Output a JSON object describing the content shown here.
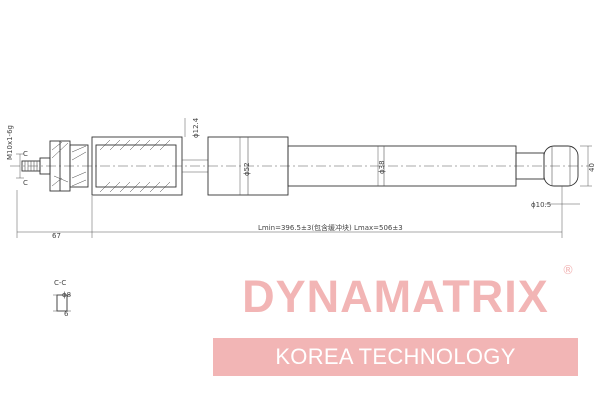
{
  "drawing": {
    "thread_label": "M10x1-6g",
    "dia_boot": "ϕ12.4",
    "dia_body": "ϕ52",
    "dia_tube": "ϕ38",
    "dia_eye_height": "40",
    "dia_eye_bore": "ϕ10.5",
    "rod_length": "67",
    "length_label": "Lmin=396.5±3(包含缓冲块)    Lmax=506±3",
    "section_marker": "C",
    "section_title": "C-C",
    "section_dia": "ϕ8",
    "section_flat": "6"
  },
  "logo": {
    "brand": "DYNAMATRIX",
    "registered": "®",
    "tagline": "KOREA TECHNOLOGY",
    "color": "#f2b5b5"
  }
}
